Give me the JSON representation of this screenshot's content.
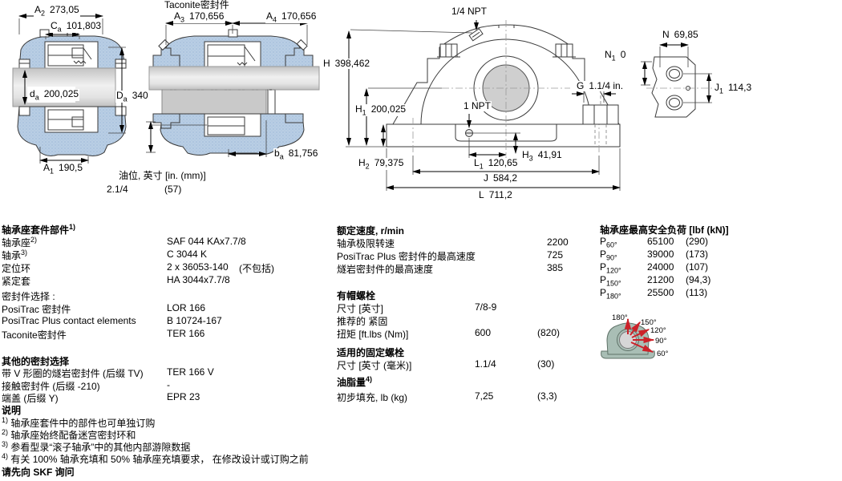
{
  "colors": {
    "housing_blue": "#b9cee4",
    "shaft_gray": "#d9d9d9",
    "bore_gray": "#cfcfcf",
    "load_arrow_red": "#cc2229",
    "load_housing_green": "#a9beb5"
  },
  "drawings": {
    "taconite_label": "Taconite密封件",
    "oil": {
      "label": "油位, 英寸 [in. (mm)]",
      "v1": "2.1/4",
      "v2": "(57)"
    },
    "dims": {
      "A2": {
        "sym": "A",
        "sub": "2",
        "val": "273,05"
      },
      "Ca": {
        "sym": "C",
        "sub": "a",
        "val": "101,803"
      },
      "da": {
        "sym": "d",
        "sub": "a",
        "val": "200,025"
      },
      "Da": {
        "sym": "D",
        "sub": "a",
        "val": "340"
      },
      "A1": {
        "sym": "A",
        "sub": "1",
        "val": "190,5"
      },
      "A3": {
        "sym": "A",
        "sub": "3",
        "val": "170,656"
      },
      "A4": {
        "sym": "A",
        "sub": "4",
        "val": "170,656"
      },
      "ba": {
        "sym": "b",
        "sub": "a",
        "val": "81,756"
      },
      "npt14": {
        "sym": "1/4 NPT"
      },
      "npt1": {
        "sym": "1 NPT"
      },
      "H": {
        "sym": "H",
        "val": "398,462"
      },
      "N1": {
        "sym": "N",
        "sub": "1",
        "val": "0"
      },
      "G": {
        "sym": "G",
        "val": "1.1/4 in."
      },
      "H1": {
        "sym": "H",
        "sub": "1",
        "val": "200,025"
      },
      "H2": {
        "sym": "H",
        "sub": "2",
        "val": "79,375"
      },
      "H3": {
        "sym": "H",
        "sub": "3",
        "val": "41,91"
      },
      "L1": {
        "sym": "L",
        "sub": "1",
        "val": "120,65"
      },
      "J": {
        "sym": "J",
        "val": "584,2"
      },
      "L": {
        "sym": "L",
        "val": "711,2"
      },
      "N": {
        "sym": "N",
        "val": "69,85"
      },
      "J1": {
        "sym": "J",
        "sub": "1",
        "val": "114,3"
      }
    },
    "load_angles": [
      "180°",
      "150°",
      "120°",
      "90°",
      "60°"
    ]
  },
  "spec_left": {
    "title": "轴承座套件部件",
    "title_sup": "1)",
    "rows": [
      {
        "label": "轴承座",
        "sup": "2)",
        "value": "SAF 044 KAx7.7/8",
        "value2": ""
      },
      {
        "label": "轴承",
        "sup": "3)",
        "value": "C 3044 K",
        "value2": ""
      },
      {
        "label": "定位环",
        "sup": "",
        "value": "2 x 36053-140",
        "value2": "(不包括)"
      },
      {
        "label": "紧定套",
        "sup": "",
        "value": "HA 3044x7.7/8",
        "value2": ""
      }
    ],
    "seals_title": "密封件选择 :",
    "seal_rows": [
      {
        "label": "PosiTrac 密封件",
        "value": "LOR 166"
      },
      {
        "label": "PosiTrac Plus contact elements",
        "value": "B 10724-167"
      },
      {
        "label": "Taconite密封件",
        "value": "TER 166"
      }
    ],
    "other_title": "其他的密封选择",
    "other_rows": [
      {
        "label": "带 V 形圈的燧岩密封件 (后缀 TV)",
        "value": "TER 166 V"
      },
      {
        "label": "接触密封件 (后缀 -210)",
        "value": "-"
      },
      {
        "label": "端盖 (后缀 Y)",
        "value": "EPR 23"
      }
    ]
  },
  "spec_mid": {
    "speed_title": "额定速度, r/min",
    "speed_rows": [
      {
        "label": "轴承极限转速",
        "value": "2200"
      },
      {
        "label": "PosiTrac Plus 密封件的最高速度",
        "value": "725"
      },
      {
        "label": "燧岩密封件的最高速度",
        "value": "385"
      }
    ],
    "capbolt_title": "有帽螺栓",
    "capbolt_rows": [
      {
        "label": "尺寸 [英寸]",
        "value": "7/8-9",
        "value2": ""
      },
      {
        "label": "推荐的 紧固",
        "value": "",
        "value2": ""
      },
      {
        "label": "扭矩 [ft.lbs (Nm)]",
        "value": "600",
        "value2": "(820)"
      }
    ],
    "anchor_title": "适用的固定螺栓",
    "anchor_rows": [
      {
        "label": "尺寸 [英寸 (毫米)]",
        "value": "1.1/4",
        "value2": "(30)"
      }
    ],
    "grease_title": "油脂量",
    "grease_sup": "4)",
    "grease_rows": [
      {
        "label": "初步填充, lb (kg)",
        "value": "7,25",
        "value2": "(3,3)"
      }
    ]
  },
  "spec_right": {
    "title": "轴承座最高安全负荷 [lbf (kN)]",
    "p": "P",
    "rows": [
      {
        "sub": "60°",
        "v1": "65100",
        "v2": "(290)"
      },
      {
        "sub": "90°",
        "v1": "39000",
        "v2": "(173)"
      },
      {
        "sub": "120°",
        "v1": "24000",
        "v2": "(107)"
      },
      {
        "sub": "150°",
        "v1": "21200",
        "v2": "(94,3)"
      },
      {
        "sub": "180°",
        "v1": "25500",
        "v2": "(113)"
      }
    ]
  },
  "notes": {
    "title": "说明",
    "items": [
      {
        "sup": "1)",
        "text": "轴承座套件中的部件也可单独订购"
      },
      {
        "sup": "2)",
        "text": "轴承座始终配备迷宫密封环和"
      },
      {
        "sup": "3)",
        "text": "参看型录“滚子轴承”中的其他内部游隙数据"
      },
      {
        "sup": "4)",
        "text": "有关 100% 轴承充填和 50% 轴承座充填要求， 在修改设计或订购之前"
      }
    ],
    "footer": "请先向 SKF 询问"
  }
}
